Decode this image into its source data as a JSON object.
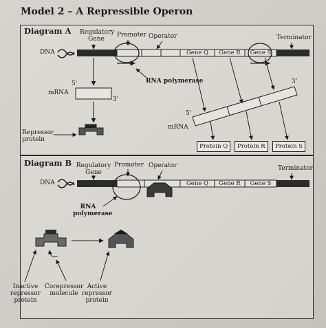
{
  "title": "Model 2 – A Repressible Operon",
  "diagram_a": {
    "label": "Diagram A",
    "dna": "DNA",
    "regulatory_gene": "Regulatory Gene",
    "promoter": "Promoter",
    "operator": "Operator",
    "terminator": "Terminator",
    "genes": [
      "Gene Q",
      "Gene R",
      "Gene S"
    ],
    "rna_polymerase": "RNA polymerase",
    "five_prime_left": "5'",
    "three_prime_left": "3'",
    "mrna_left": "mRNA",
    "five_prime_right": "5'",
    "three_prime_right": "3'",
    "mrna_right": "mRNA",
    "repressor": "Repressor protein",
    "proteins": [
      "Protein Q",
      "Protein R",
      "Protein S"
    ]
  },
  "diagram_b": {
    "label": "Diagram B",
    "dna": "DNA",
    "regulatory_gene": "Regulatory Gene",
    "promoter": "Promoter",
    "operator": "Operator",
    "terminator": "Terminator",
    "genes": [
      "Gene Q",
      "Gene R",
      "Gene S"
    ],
    "rna_polymerase": "RNA polymerase",
    "inactive_repressor": "Inactive repressor protein",
    "corepressor": "Corepressor molecule",
    "active_repressor": "Active repressor protein"
  }
}
